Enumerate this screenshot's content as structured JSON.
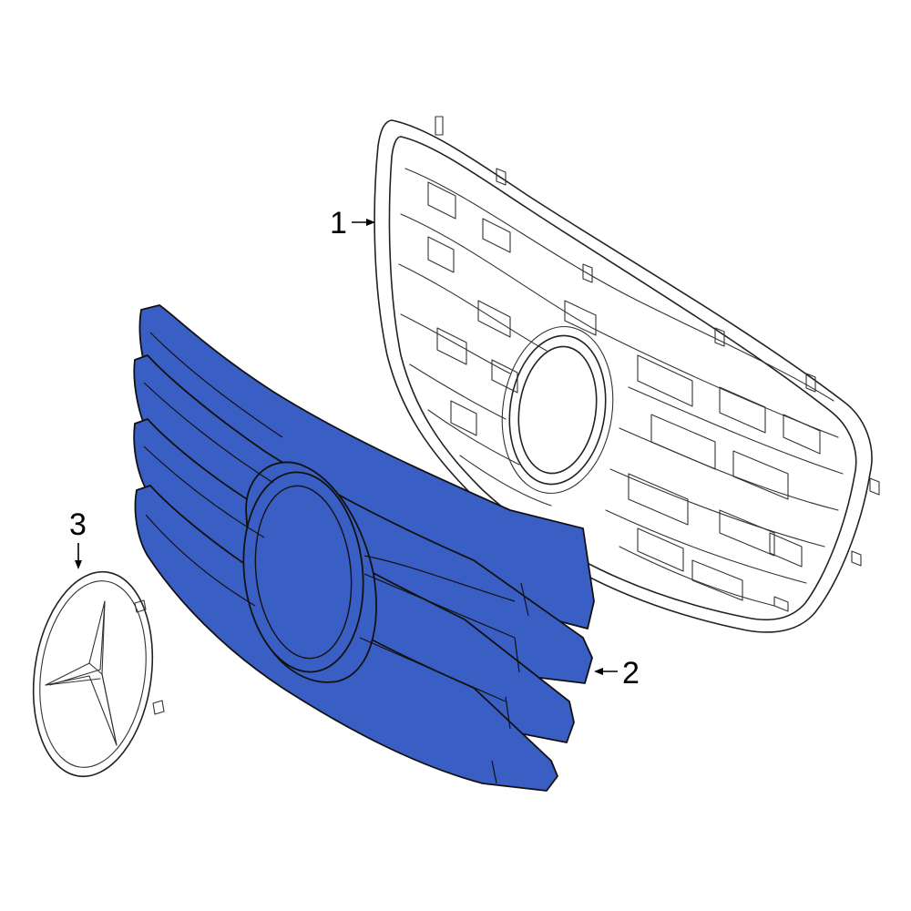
{
  "diagram": {
    "callouts": [
      {
        "id": "1",
        "label": "1"
      },
      {
        "id": "2",
        "label": "2"
      },
      {
        "id": "3",
        "label": "3"
      }
    ],
    "colors": {
      "highlight": "#3a5fc4",
      "line": "#222222",
      "background": "#ffffff"
    },
    "parts": [
      {
        "callout": "1",
        "name": "grille-housing",
        "icon": "grille-frame-icon"
      },
      {
        "callout": "2",
        "name": "grille-louver-insert",
        "icon": "grille-bars-icon"
      },
      {
        "callout": "3",
        "name": "emblem",
        "icon": "three-pointed-star-icon"
      }
    ]
  }
}
